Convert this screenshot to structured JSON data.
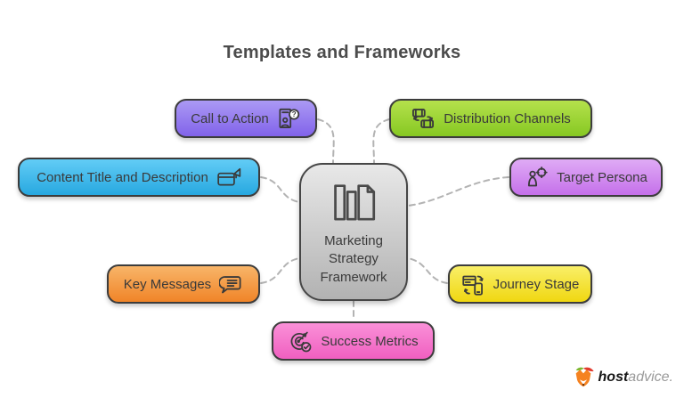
{
  "title": "Templates and Frameworks",
  "center_node": {
    "line1": "Marketing",
    "line2": "Strategy",
    "line3": "Framework",
    "icon": "books-icon",
    "fill_top": "#e8e8e8",
    "fill_bottom": "#b2b2b2",
    "border_color": "#464646"
  },
  "nodes": [
    {
      "label": "Call to Action",
      "icon": "presentation-question-icon",
      "fill_top": "#ab99f4",
      "fill_bottom": "#8163ea"
    },
    {
      "label": "Distribution Channels",
      "icon": "devices-sync-icon",
      "fill_top": "#b5e14c",
      "fill_bottom": "#86c822"
    },
    {
      "label": "Content Title and Description",
      "icon": "card-megaphone-icon",
      "fill_top": "#62ccf6",
      "fill_bottom": "#27a8e0"
    },
    {
      "label": "Target Persona",
      "icon": "person-target-icon",
      "fill_top": "#dfabf5",
      "fill_bottom": "#c570ea"
    },
    {
      "label": "Key Messages",
      "icon": "speech-bubble-icon",
      "fill_top": "#f8b569",
      "fill_bottom": "#f08428"
    },
    {
      "label": "Journey Stage",
      "icon": "screen-phone-sync-icon",
      "fill_top": "#f9ef68",
      "fill_bottom": "#f0d711"
    },
    {
      "label": "Success Metrics",
      "icon": "target-dart-check-icon",
      "fill_top": "#fa90d8",
      "fill_bottom": "#f05fc0"
    }
  ],
  "branding": {
    "name_bold": "host",
    "name_light": "advice."
  },
  "style_tokens": {
    "connector_color": "#b3b3b3",
    "node_border_color": "#3c3c3c",
    "text_color": "#3a3a3a",
    "title_color": "#4c4c4c"
  }
}
